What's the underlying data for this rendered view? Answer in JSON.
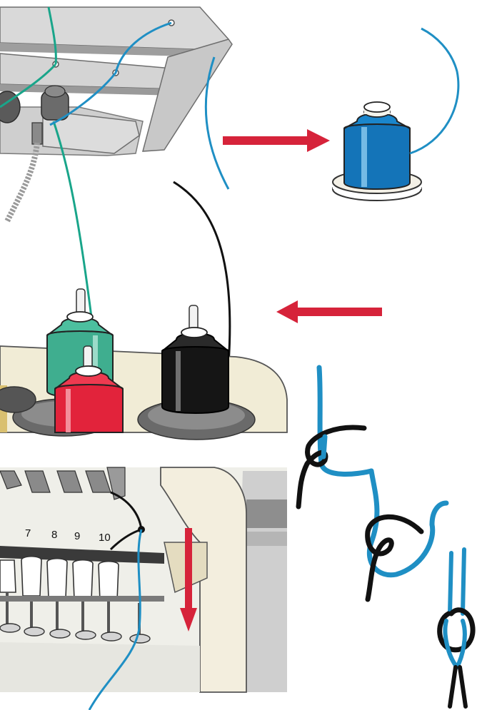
{
  "colors": {
    "thread_blue": "#1f8fc4",
    "thread_green": "#19a58a",
    "thread_black": "#111111",
    "arrow_red": "#d6233a",
    "spool_blue": "#1474b8",
    "spool_green": "#3fae8f",
    "spool_red": "#e2233b",
    "spool_black": "#151515",
    "machine_gray": "#bdbdbd",
    "machine_cream": "#f1ecd6"
  },
  "panels": {
    "top": {
      "content": "thread-guide-bar-and-blue-spool"
    },
    "middle": {
      "content": "spool-stand-with-green-red-black-spools"
    },
    "bottom": {
      "content": "needle-bar-head",
      "needle_numbers": [
        "7",
        "8",
        "9",
        "10"
      ]
    },
    "knot": {
      "content": "square-knot-sequence",
      "steps": 3
    }
  },
  "arrows": [
    {
      "name": "arrow-right",
      "direction": "right"
    },
    {
      "name": "arrow-left",
      "direction": "left"
    },
    {
      "name": "arrow-down",
      "direction": "down"
    }
  ]
}
